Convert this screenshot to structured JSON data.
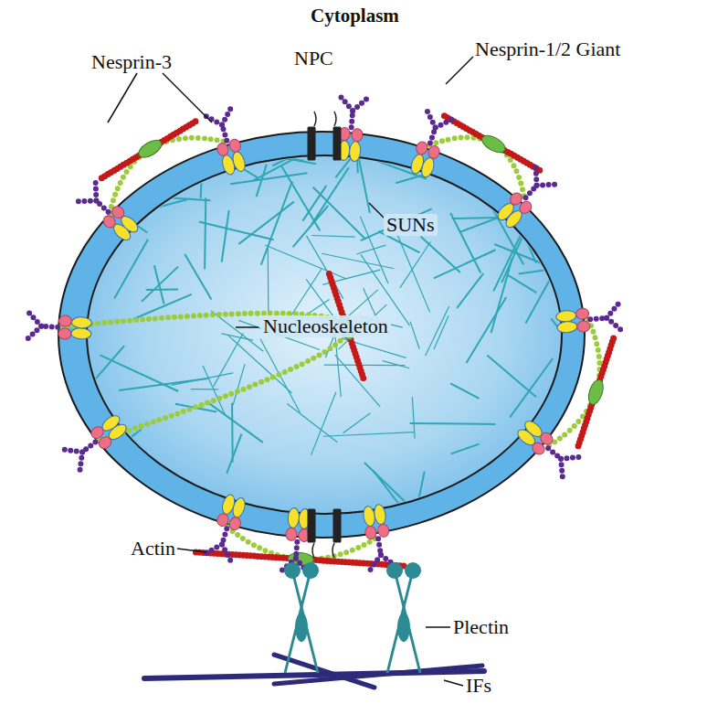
{
  "diagram": {
    "title": "Cytoplasm",
    "labels": [
      "Nesprin-3",
      "NPC",
      "Nesprin-1/2 Giant",
      "SUNs",
      "Nucleoskeleton",
      "Actin",
      "Plectin",
      "IFs"
    ]
  }
}
